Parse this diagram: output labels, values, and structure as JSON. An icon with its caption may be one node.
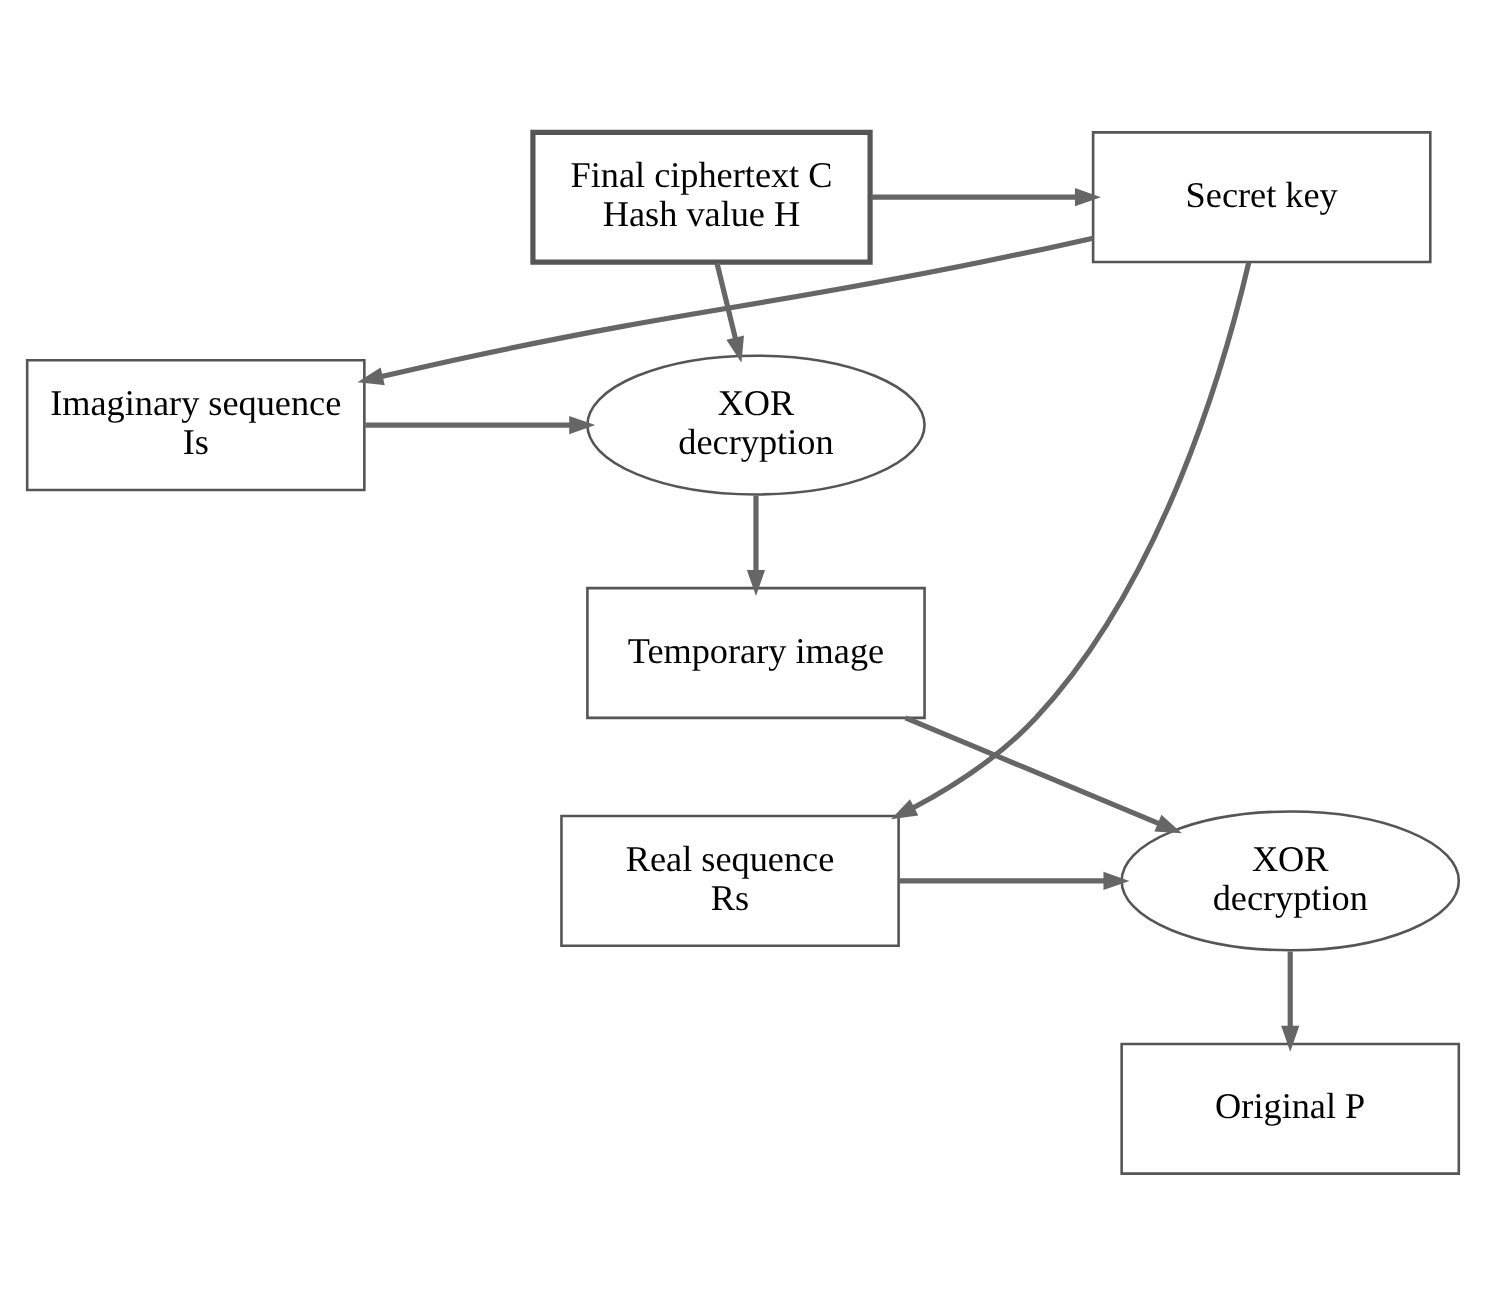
{
  "diagram": {
    "nodes": [
      {
        "text": [
          "Final ciphertext C",
          "Hash value H"
        ]
      },
      {
        "text": [
          "Secret key"
        ]
      },
      {
        "text": [
          "XOR decryption"
        ]
      },
      {
        "text": [
          "Imaginary sequence Is"
        ]
      },
      {
        "text": [
          "Temporary image"
        ]
      },
      {
        "text": [
          "XOR decryption"
        ]
      },
      {
        "text": [
          "Real sequence Rs"
        ]
      },
      {
        "text": [
          "Original P"
        ]
      }
    ],
    "edges": [
      {
        "from": 0,
        "to": 1,
        "arrow": "to"
      },
      {
        "from": 0,
        "to": 2,
        "arrow": "to"
      },
      {
        "from": 1,
        "to": 3,
        "arrow": "to"
      },
      {
        "from": 3,
        "to": 2,
        "arrow": "to"
      },
      {
        "from": 2,
        "to": 4,
        "arrow": "to"
      },
      {
        "from": 4,
        "to": 5,
        "arrow": "to"
      },
      {
        "from": 1,
        "to": 6,
        "arrow": "to"
      },
      {
        "from": 6,
        "to": 5,
        "arrow": "to"
      },
      {
        "from": 5,
        "to": 7,
        "arrow": "to"
      }
    ]
  }
}
